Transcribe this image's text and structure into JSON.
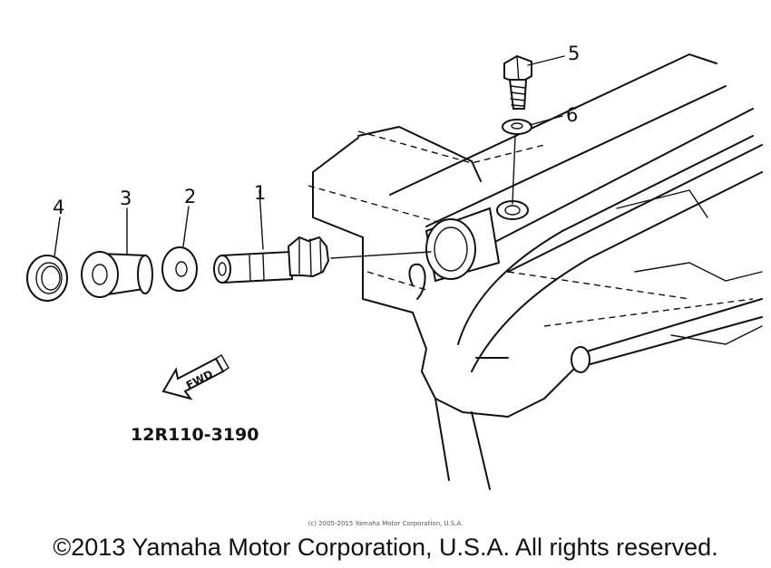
{
  "diagram": {
    "callouts": [
      {
        "id": "1",
        "text": "1"
      },
      {
        "id": "2",
        "text": "2"
      },
      {
        "id": "3",
        "text": "3"
      },
      {
        "id": "4",
        "text": "4"
      },
      {
        "id": "5",
        "text": "5"
      },
      {
        "id": "6",
        "text": "6"
      }
    ],
    "part_number": "12R110-3190",
    "direction_label": "FWD",
    "small_notice": "(c) 2005-2015 Yamaha Motor Corporation, U.S.A.",
    "copyright": "©2013 Yamaha Motor Corporation, U.S.A. All rights reserved."
  }
}
